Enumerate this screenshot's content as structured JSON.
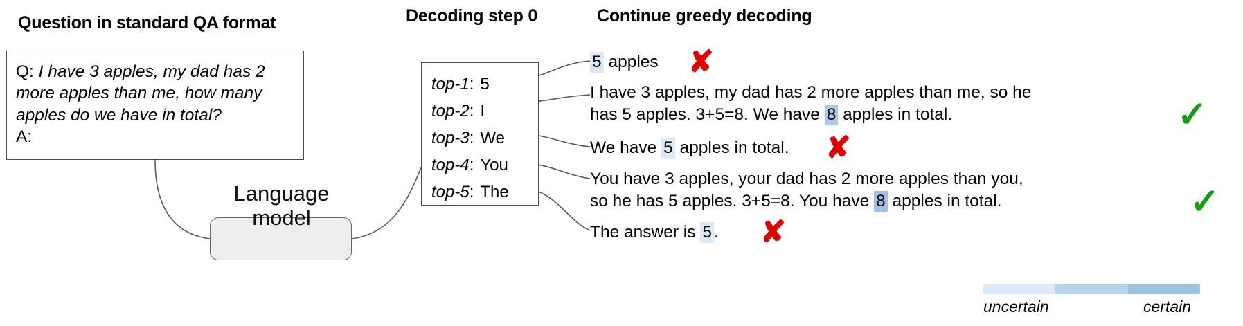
{
  "headings": {
    "question": "Question in standard QA format",
    "decoding": "Decoding step 0",
    "greedy": "Continue greedy decoding"
  },
  "question_box": {
    "q_prefix": "Q: ",
    "q_text": "I have 3 apples, my dad has 2 more apples than me, how many apples do we have in total?",
    "a_prefix": "A:"
  },
  "language_model": {
    "line1": "Language",
    "line2": "model"
  },
  "topk": {
    "rows": [
      {
        "rank": "top-1",
        "sep": ":",
        "token": "5"
      },
      {
        "rank": "top-2",
        "sep": ":",
        "token": "I"
      },
      {
        "rank": "top-3",
        "sep": ":",
        "token": "We"
      },
      {
        "rank": "top-4",
        "sep": ":",
        "token": "You"
      },
      {
        "rank": "top-5",
        "sep": ":",
        "token": "The"
      }
    ]
  },
  "continuations": [
    {
      "id": "cont-1",
      "line1_pre": "",
      "line1_hl": "5",
      "line1_post": " apples",
      "line2_pre": "",
      "line2_hl": "",
      "line2_post": "",
      "verdict": "incorrect",
      "verdict_glyph": "✘",
      "confidence": "uncertain"
    },
    {
      "id": "cont-2",
      "line1_pre": "I have 3 apples, my dad has 2 more apples than me, so he",
      "line1_hl": "",
      "line1_post": "",
      "line2_pre": "has 5 apples. 3+5=8. We have ",
      "line2_hl": "8",
      "line2_post": " apples in total.",
      "verdict": "correct",
      "verdict_glyph": "✓",
      "confidence": "certain"
    },
    {
      "id": "cont-3",
      "line1_pre": "We have ",
      "line1_hl": "5",
      "line1_post": " apples in total.",
      "line2_pre": "",
      "line2_hl": "",
      "line2_post": "",
      "verdict": "incorrect",
      "verdict_glyph": "✘",
      "confidence": "uncertain"
    },
    {
      "id": "cont-4",
      "line1_pre": "You have 3 apples, your dad has 2 more apples than you,",
      "line1_hl": "",
      "line1_post": "",
      "line2_pre": "so he has 5 apples. 3+5=8. You have ",
      "line2_hl": "8",
      "line2_post": " apples in total.",
      "verdict": "correct",
      "verdict_glyph": "✓",
      "confidence": "certain"
    },
    {
      "id": "cont-5",
      "line1_pre": "The answer is ",
      "line1_hl": "5",
      "line1_post": ".",
      "line2_pre": "",
      "line2_hl": "",
      "line2_post": "",
      "verdict": "incorrect",
      "verdict_glyph": "✘",
      "confidence": "uncertain"
    }
  ],
  "legend": {
    "left_label": "uncertain",
    "right_label": "certain",
    "colors": [
      "#dce9f7",
      "#b6d4f0",
      "#9cc3e6"
    ]
  },
  "colors": {
    "incorrect": "#e00000",
    "correct": "#13a010",
    "box_border": "#4d4d4d",
    "node_fill": "#eeeeee",
    "wire": "#595959"
  }
}
